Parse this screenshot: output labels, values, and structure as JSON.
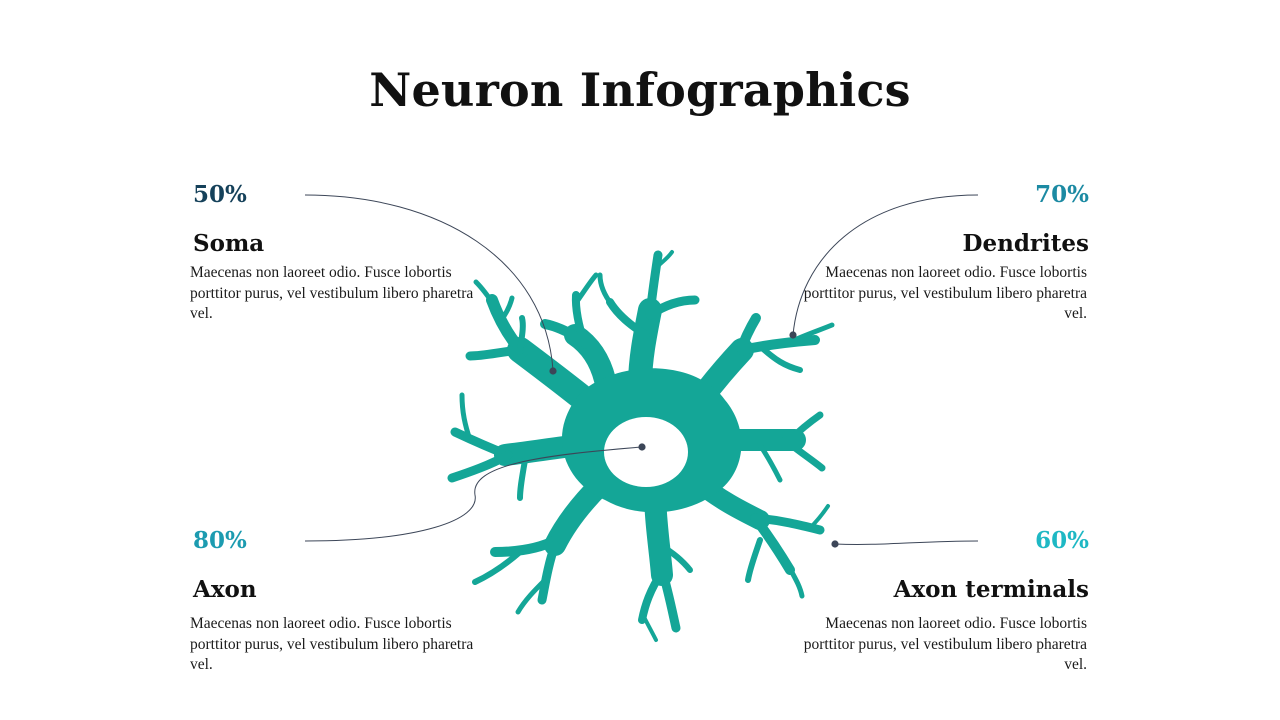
{
  "title": "Neuron Infographics",
  "colors": {
    "neuron": "#14a697",
    "soma_pct": "#15415a",
    "dendrites_pct": "#1c8aa3",
    "axon_pct": "#1c9bb0",
    "axon_terminals_pct": "#1eb8c4",
    "connector": "#3c4658"
  },
  "items": [
    {
      "key": "soma",
      "percent": "50%",
      "label": "Soma",
      "description": "Maecenas non laoreet odio. Fusce lobortis porttitor purus, vel vestibulum libero pharetra vel."
    },
    {
      "key": "dendrites",
      "percent": "70%",
      "label": "Dendrites",
      "description": "Maecenas non laoreet odio. Fusce lobortis porttitor purus, vel vestibulum libero pharetra vel."
    },
    {
      "key": "axon",
      "percent": "80%",
      "label": "Axon",
      "description": "Maecenas non laoreet odio. Fusce lobortis porttitor purus, vel vestibulum libero pharetra vel."
    },
    {
      "key": "axon_terminals",
      "percent": "60%",
      "label": "Axon terminals",
      "description": "Maecenas non laoreet odio. Fusce lobortis porttitor purus, vel vestibulum libero pharetra vel."
    }
  ]
}
